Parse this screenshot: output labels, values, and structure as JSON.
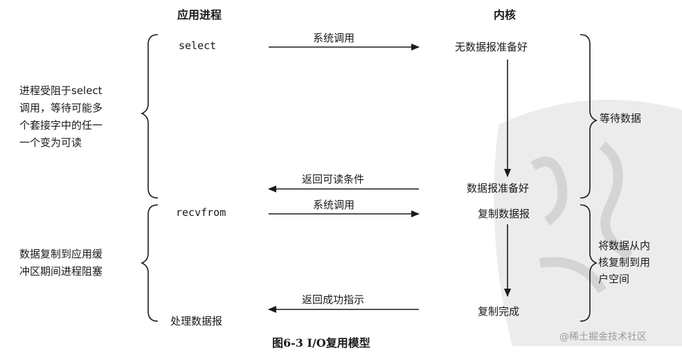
{
  "header": {
    "app_process": "应用进程",
    "kernel": "内核"
  },
  "left_side": {
    "select_call": "select",
    "recvfrom_call": "recvfrom",
    "process_data": "处理数据报",
    "blocked_select_lines": [
      "进程受阻于select",
      "调用，等待可能多",
      "个套接字中的任一",
      "一个变为可读"
    ],
    "blocked_copy_lines": [
      "数据复制到应用缓",
      "冲区期间进程阻塞"
    ]
  },
  "arrows": {
    "syscall_1": "系统调用",
    "return_readable": "返回可读条件",
    "syscall_2": "系统调用",
    "return_success": "返回成功指示"
  },
  "kernel_side": {
    "no_data_ready": "无数据报准备好",
    "data_ready": "数据报准备好",
    "copy_data": "复制数据报",
    "copy_done": "复制完成"
  },
  "right_labels": {
    "wait_data": "等待数据",
    "copy_lines": [
      "将数据从内",
      "核复制到用",
      "户空间"
    ]
  },
  "caption": "图6-3    I/O复用模型",
  "watermark": "@稀土掘金技术社区",
  "colors": {
    "ink": "#1a1a1a",
    "seal": "#d9d9d9",
    "watermark": "#9a9a9a"
  }
}
